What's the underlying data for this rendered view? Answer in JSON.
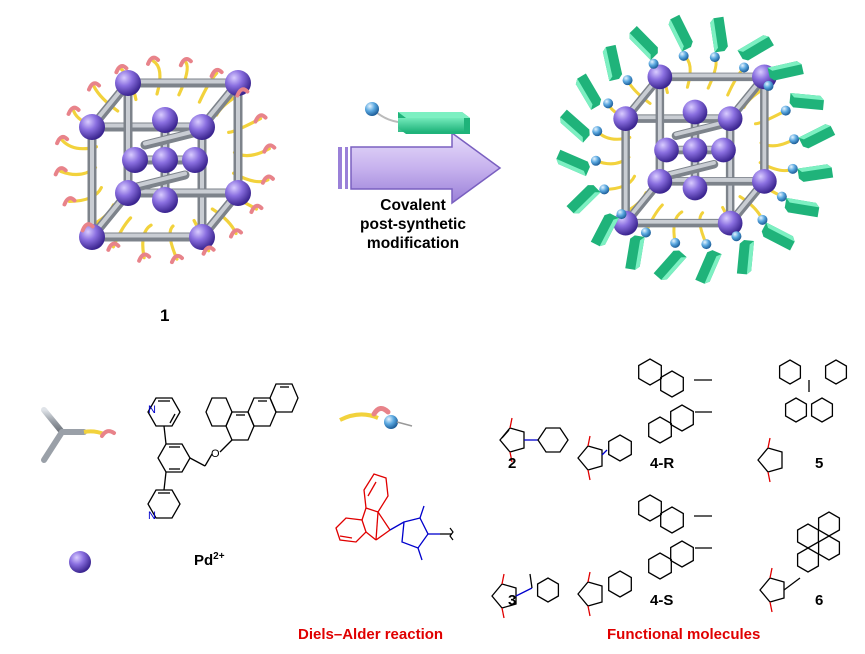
{
  "process": {
    "caption_lines": [
      "Covalent",
      "post-synthetic",
      "modification"
    ]
  },
  "cage_label": "1",
  "legend": {
    "metal_label": "Pd",
    "metal_charge": "2+"
  },
  "reaction_caption": "Diels–Alder reaction",
  "functional_caption": "Functional  molecules",
  "compounds": [
    {
      "id": "2",
      "label": "2"
    },
    {
      "id": "4R",
      "label": "4-R"
    },
    {
      "id": "5",
      "label": "5"
    },
    {
      "id": "3",
      "label": "3"
    },
    {
      "id": "4S",
      "label": "4-S"
    },
    {
      "id": "6",
      "label": "6"
    }
  ],
  "colors": {
    "pd_sphere": "#8a6fe0",
    "frame": "#9aa0a8",
    "linker_tail": "#f2d23c",
    "diene_tip": "#e8838a",
    "dienophile_ball": "#5aa8e0",
    "functional_block": "#3dd69a",
    "arrow": "#c7b2ee",
    "anthracene_red": "#e00000",
    "maleimide_blue": "#0000cc"
  }
}
